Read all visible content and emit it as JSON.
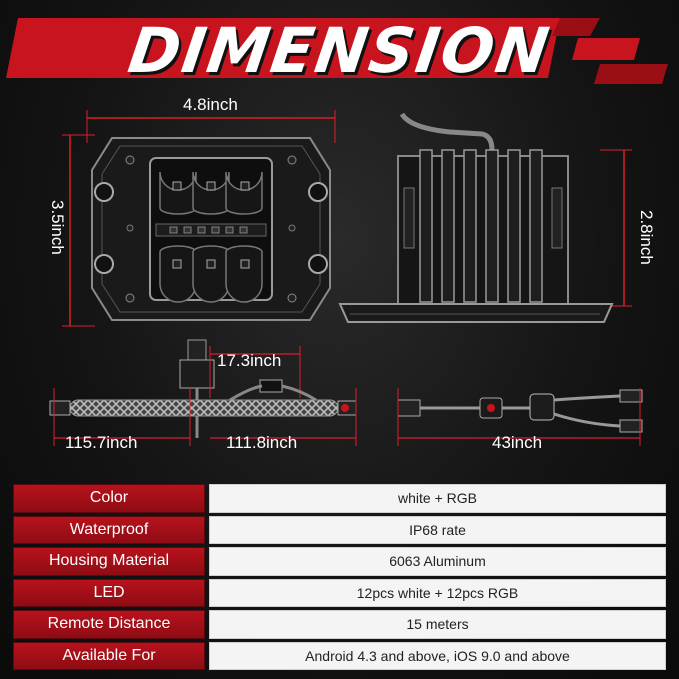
{
  "title": "DIMENSION",
  "dimensions": {
    "width": "4.8inch",
    "height": "3.5inch",
    "depth": "2.8inch",
    "pigtail": "17.3inch",
    "left_cable": "115.7inch",
    "middle_cable": "111.8inch",
    "right_cable": "43inch"
  },
  "specs": [
    {
      "label": "Color",
      "value": "white + RGB"
    },
    {
      "label": "Waterproof",
      "value": "IP68 rate"
    },
    {
      "label": "Housing Material",
      "value": "6063 Aluminum"
    },
    {
      "label": "LED",
      "value": "12pcs white + 12pcs RGB"
    },
    {
      "label": "Remote Distance",
      "value": "15 meters"
    },
    {
      "label": "Available For",
      "value": "Android 4.3 and above, iOS 9.0 and above"
    }
  ],
  "colors": {
    "accent": "#c8141e",
    "dim_line": "#d8202a"
  }
}
